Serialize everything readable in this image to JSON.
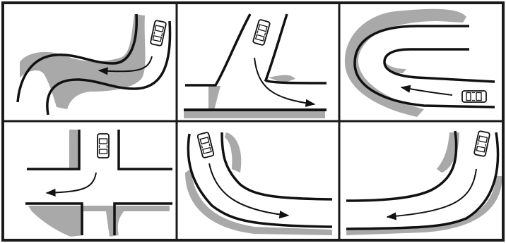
{
  "figure": {
    "title": "",
    "rows": 2,
    "cols": 3,
    "colors": {
      "ink": "#111111",
      "shadow": "#a9a9a9",
      "frame": "#1a1a1a",
      "paper": "#ffffff"
    },
    "panels": [
      {
        "id": "s-curve",
        "row": 0,
        "col": 0,
        "car": "car-icon",
        "arrow": "left"
      },
      {
        "id": "t-junction-right-turn",
        "row": 0,
        "col": 1,
        "car": "car-icon",
        "arrow": "right"
      },
      {
        "id": "hairpin-curve",
        "row": 0,
        "col": 2,
        "car": "car-icon",
        "arrow": "left"
      },
      {
        "id": "crossroads-left-turn",
        "row": 1,
        "col": 0,
        "car": "car-icon",
        "arrow": "left"
      },
      {
        "id": "curve-bending-right",
        "row": 1,
        "col": 1,
        "car": "car-icon",
        "arrow": "right"
      },
      {
        "id": "curve-bending-left",
        "row": 1,
        "col": 2,
        "car": "car-icon",
        "arrow": "left"
      }
    ]
  }
}
